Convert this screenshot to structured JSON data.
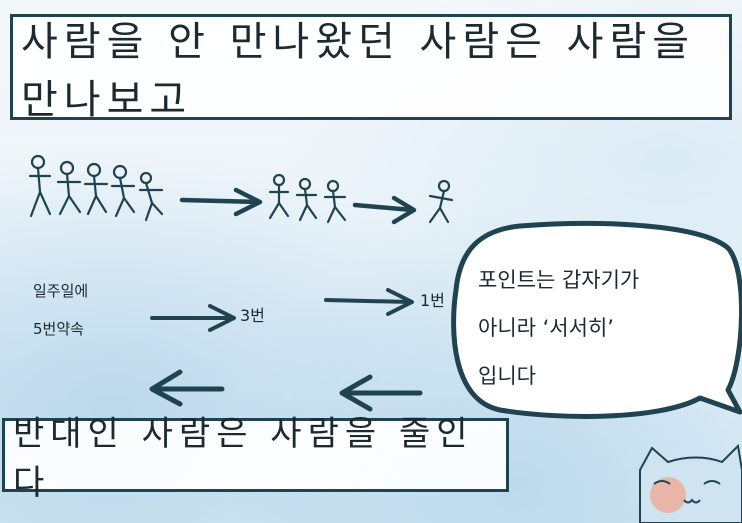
{
  "title": "사람을 안 만나왔던 사람은 사람을 만나보고",
  "bottom": "반대인 사람은 사람을 줄인다",
  "labels": {
    "week": "일주일에",
    "promise": "5번약속",
    "three": "3번",
    "one": "1번"
  },
  "bubble": {
    "line1": "포인트는 갑자기가",
    "line2": "아니라 ‘서서히’",
    "line3": "입니다"
  },
  "colors": {
    "ink": "#1f4450",
    "cat_cheek": "#f0a592",
    "water": "#cfe3f0"
  }
}
